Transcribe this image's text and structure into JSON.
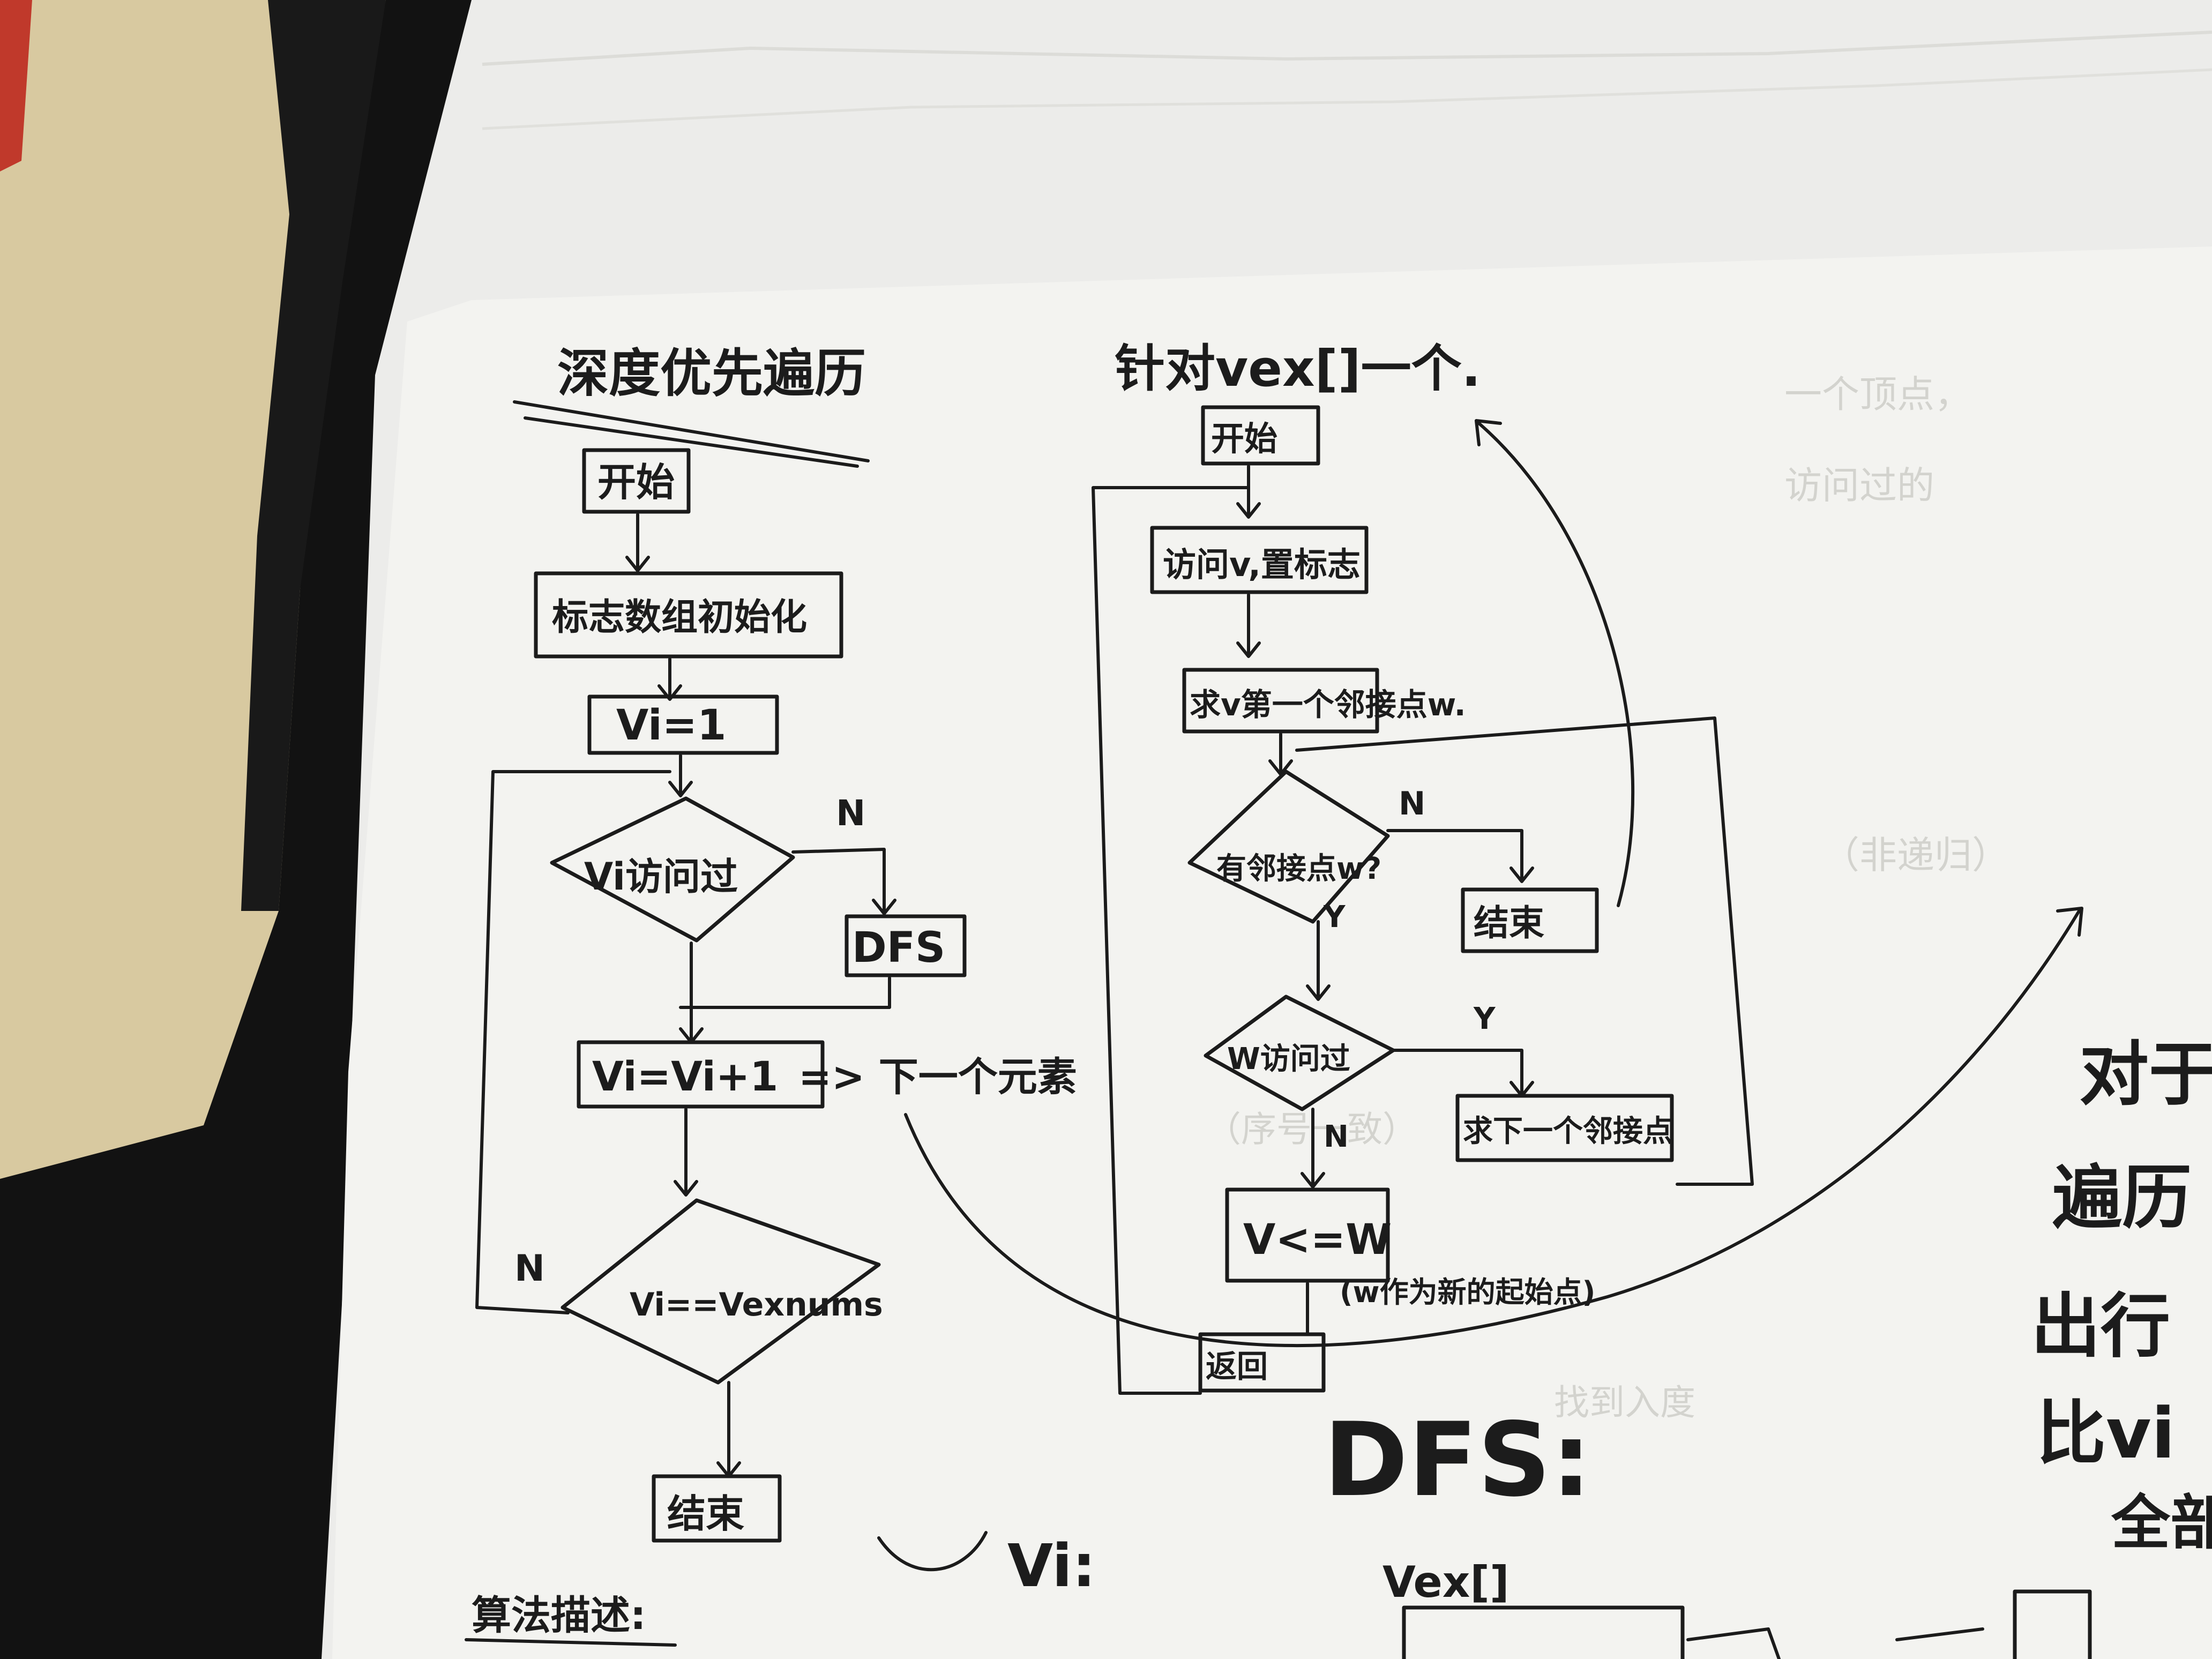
{
  "left_flowchart": {
    "title": "深度优先遍历",
    "start": "开始",
    "init_flags": "标志数组初始化",
    "set_vi": "Vi=1",
    "decision_visited": "Vi访问过",
    "dfs_box": "DFS",
    "increment": "Vi=Vi+1",
    "next_note": "=> 下一个元素",
    "decision_end": "Vi==Vexnums",
    "end": "结束",
    "no_label_1": "N",
    "no_label_2": "N"
  },
  "right_flowchart": {
    "title": "针对vex[]一个.",
    "start": "开始",
    "visit_mark": "访问v,置标志",
    "first_adj": "求v第一个邻接点w.",
    "decision_has_adj": "有邻接点w?",
    "end": "结束",
    "decision_w_visited": "W访问过",
    "next_adj": "求下一个邻接点",
    "assign": "V<=W",
    "assign_note": "(w作为新的起始点)",
    "return": "返回",
    "label_n1": "N",
    "label_y1": "Y",
    "label_y2": "Y",
    "label_n2": "N"
  },
  "bottom": {
    "dfs_heading": "DFS:",
    "algo_desc": "算法描述:",
    "vi_note": "Vi:",
    "vex_label": "Vex[]"
  },
  "right_margin": {
    "lines": [
      "对于",
      "遍历",
      "出行",
      "比vi",
      "全部"
    ]
  },
  "colors": {
    "paper": "#f3f3f0",
    "ink": "#1c1c1c",
    "background": "#0e0e0e",
    "carpet": "#d8c9a0"
  }
}
